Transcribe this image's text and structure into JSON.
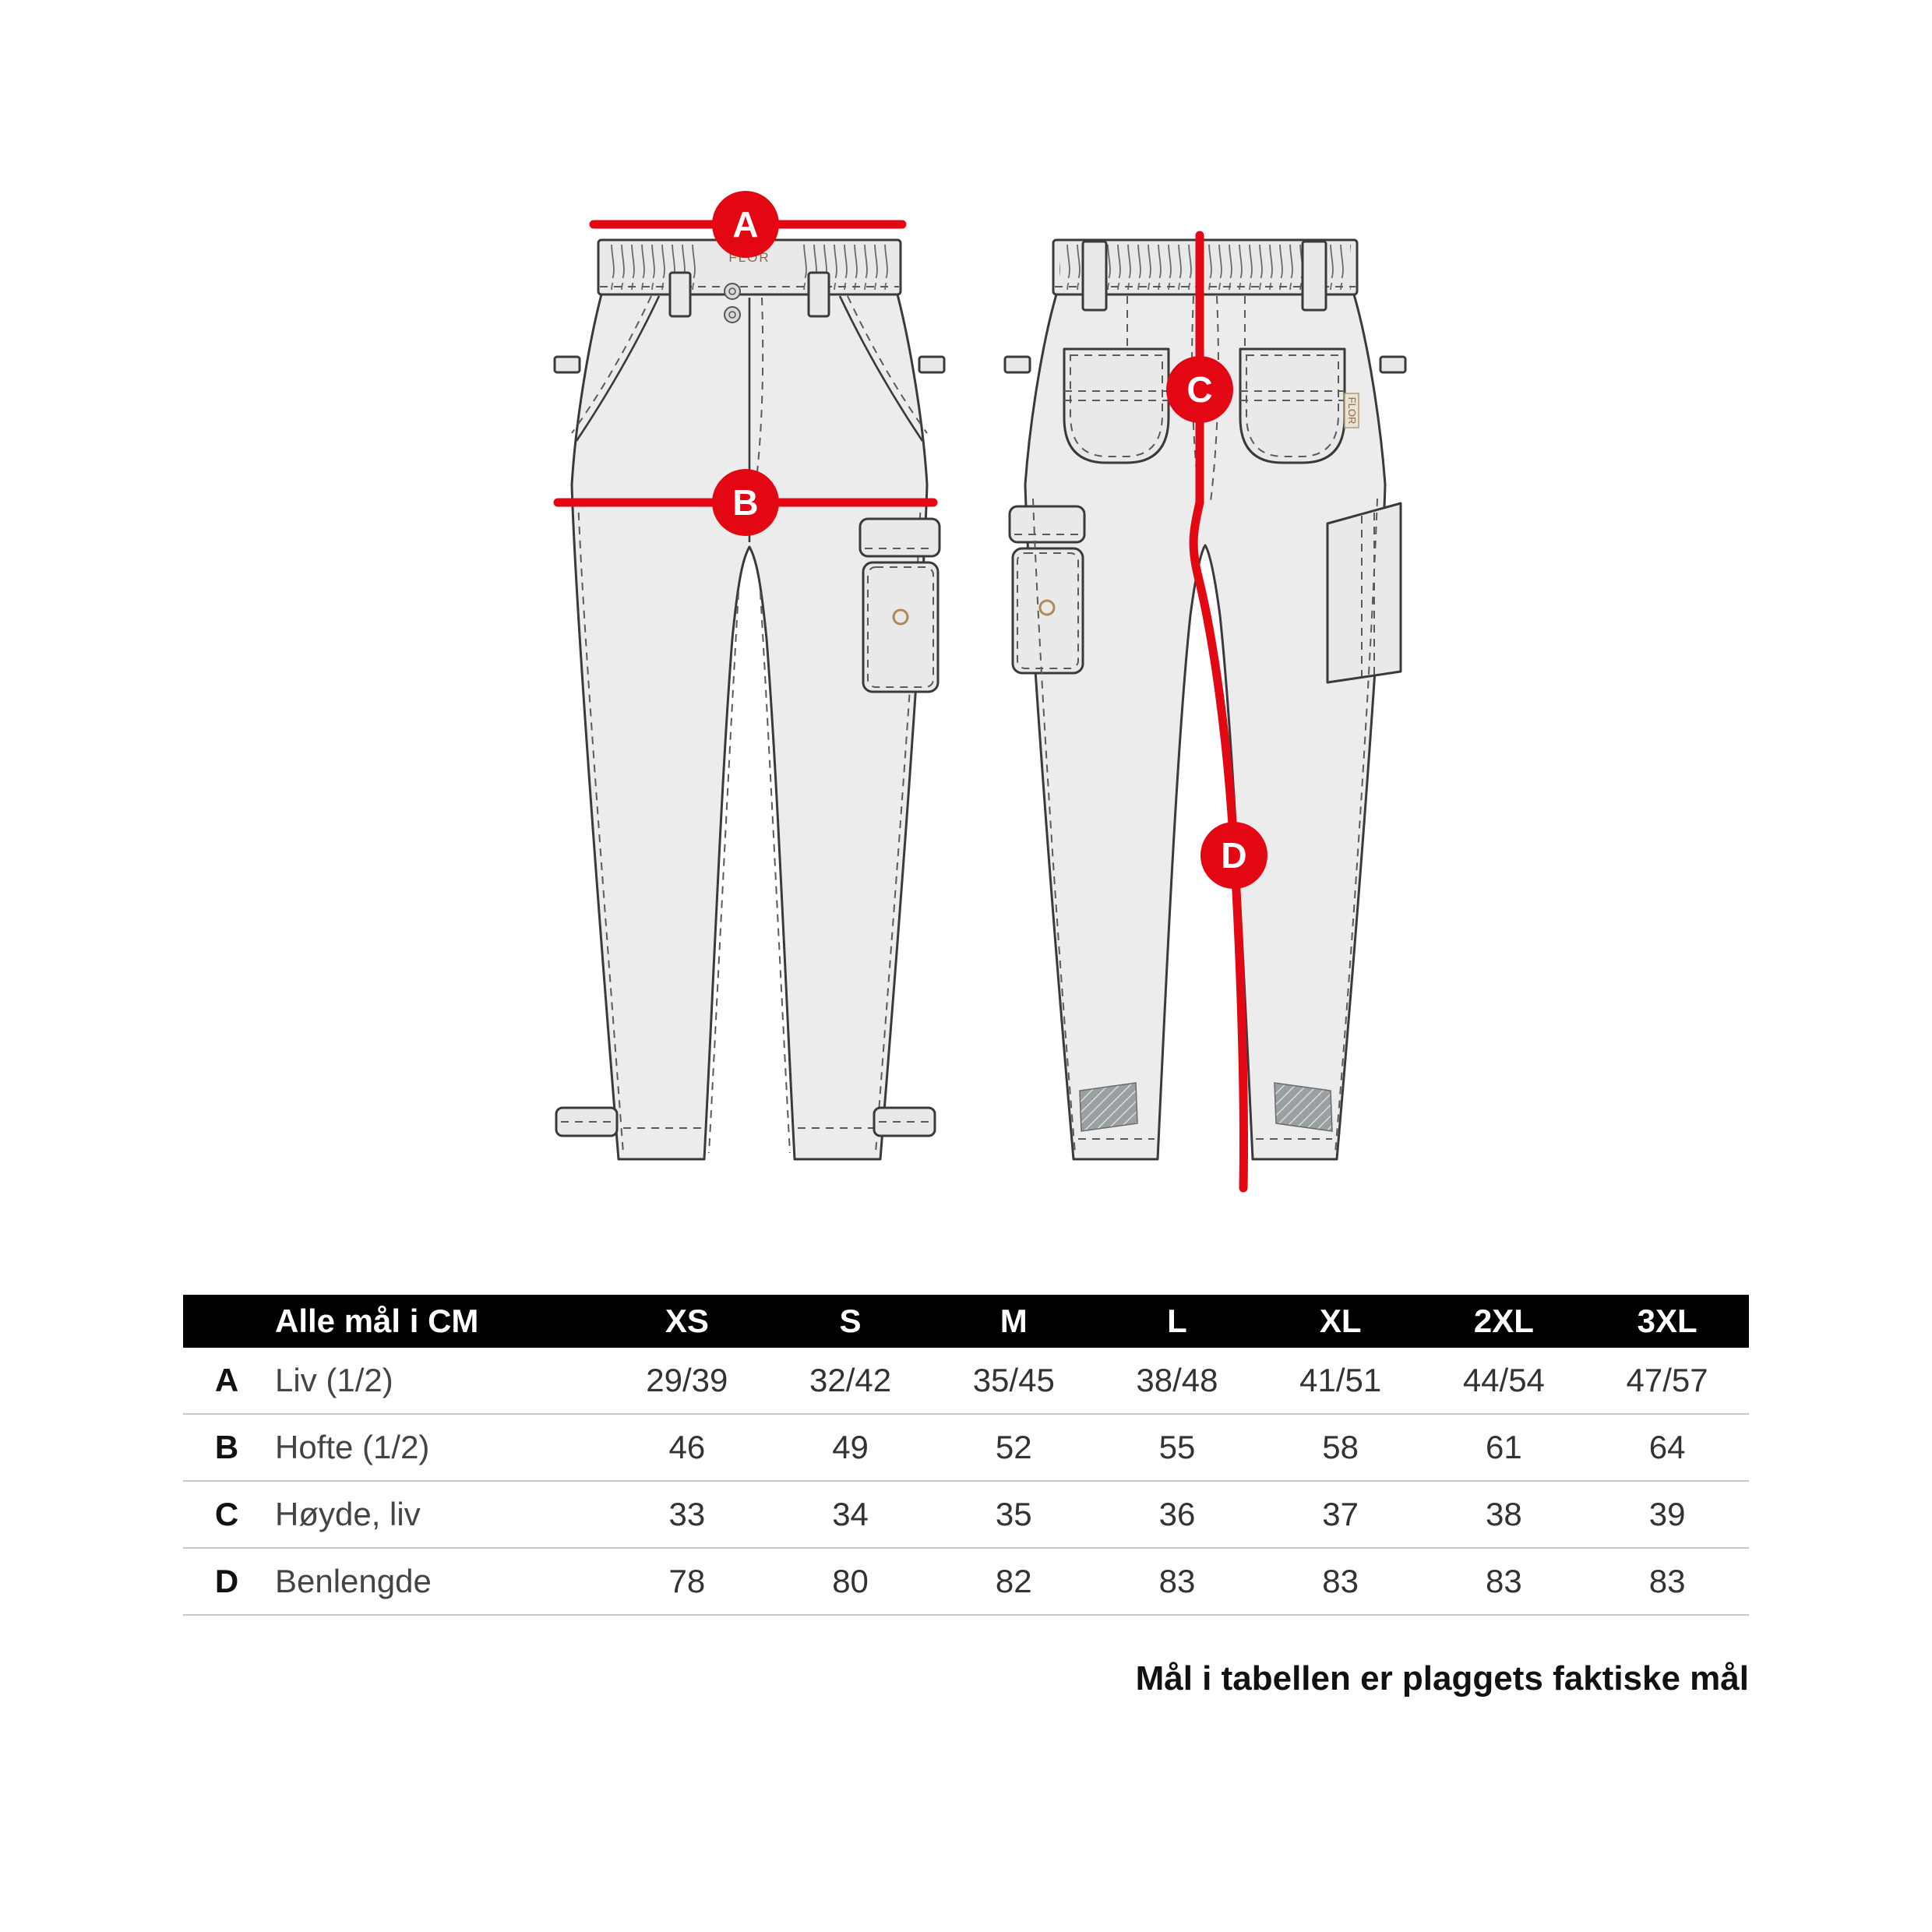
{
  "page": {
    "background": "#ffffff"
  },
  "annotations": {
    "accent_color": "#e30613",
    "markers": [
      {
        "label": "A"
      },
      {
        "label": "B"
      },
      {
        "label": "C"
      },
      {
        "label": "D"
      }
    ]
  },
  "drawing": {
    "brand_label": "FLOR"
  },
  "size_table": {
    "header_label": "Alle mål i CM",
    "sizes": [
      "XS",
      "S",
      "M",
      "L",
      "XL",
      "2XL",
      "3XL"
    ],
    "rows": [
      {
        "letter": "A",
        "label": "Liv (1/2)",
        "values": [
          "29/39",
          "32/42",
          "35/45",
          "38/48",
          "41/51",
          "44/54",
          "47/57"
        ]
      },
      {
        "letter": "B",
        "label": "Hofte (1/2)",
        "values": [
          "46",
          "49",
          "52",
          "55",
          "58",
          "61",
          "64"
        ]
      },
      {
        "letter": "C",
        "label": "Høyde, liv",
        "values": [
          "33",
          "34",
          "35",
          "36",
          "37",
          "38",
          "39"
        ]
      },
      {
        "letter": "D",
        "label": "Benlengde",
        "values": [
          "78",
          "80",
          "82",
          "83",
          "83",
          "83",
          "83"
        ]
      }
    ],
    "footnote": "Mål i tabellen er plaggets faktiske mål"
  }
}
